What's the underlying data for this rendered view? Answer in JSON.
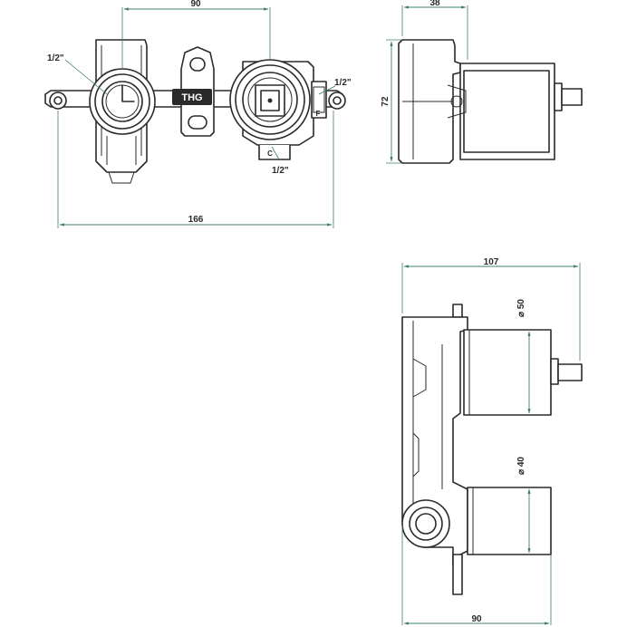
{
  "brand": "THG",
  "front_view": {
    "dims": {
      "width": "90",
      "overall": "166",
      "inlet_left": "1/2\"",
      "inlet_right": "1/2\"",
      "outlet_bottom": "1/2\""
    },
    "marks": {
      "cold": "C",
      "fixing": "F"
    }
  },
  "side_view": {
    "dims": {
      "depth": "38",
      "height": "72"
    }
  },
  "bottom_view": {
    "dims": {
      "overall_depth": "107",
      "body_depth": "90",
      "dia_upper": "⌀ 50",
      "dia_lower": "⌀ 40"
    }
  },
  "colors": {
    "dimension_line": "#3d7d72",
    "outline": "#2a2a2a"
  }
}
